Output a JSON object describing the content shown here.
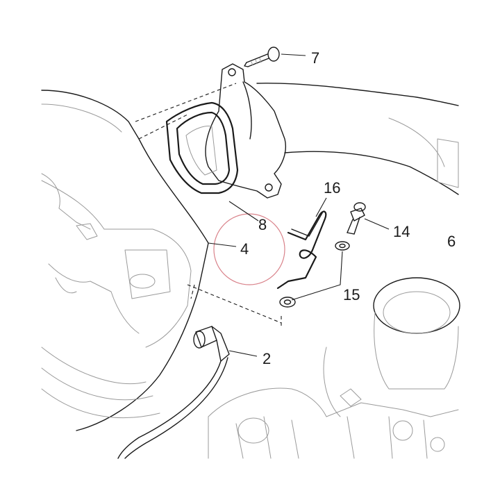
{
  "labels": {
    "part_7": "7",
    "part_8": "8",
    "part_4": "4",
    "part_16": "16",
    "part_14": "14",
    "part_6": "6",
    "part_15": "15",
    "part_2": "2"
  },
  "colors": {
    "line": "#1a1a1a",
    "faint_line": "#9a9a9a",
    "highlight_circle": "#d9828a",
    "background": "#ffffff"
  }
}
